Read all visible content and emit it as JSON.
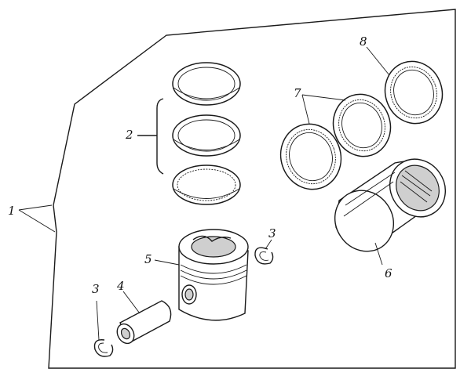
{
  "diagram": {
    "callouts": {
      "kit": "1",
      "piston_rings": "2",
      "circlip_right": "3",
      "circlip_left": "3",
      "piston_pin": "4",
      "piston": "5",
      "cylinder_liner": "6",
      "seal_ring": "7",
      "seal_ring_upper": "8"
    }
  }
}
